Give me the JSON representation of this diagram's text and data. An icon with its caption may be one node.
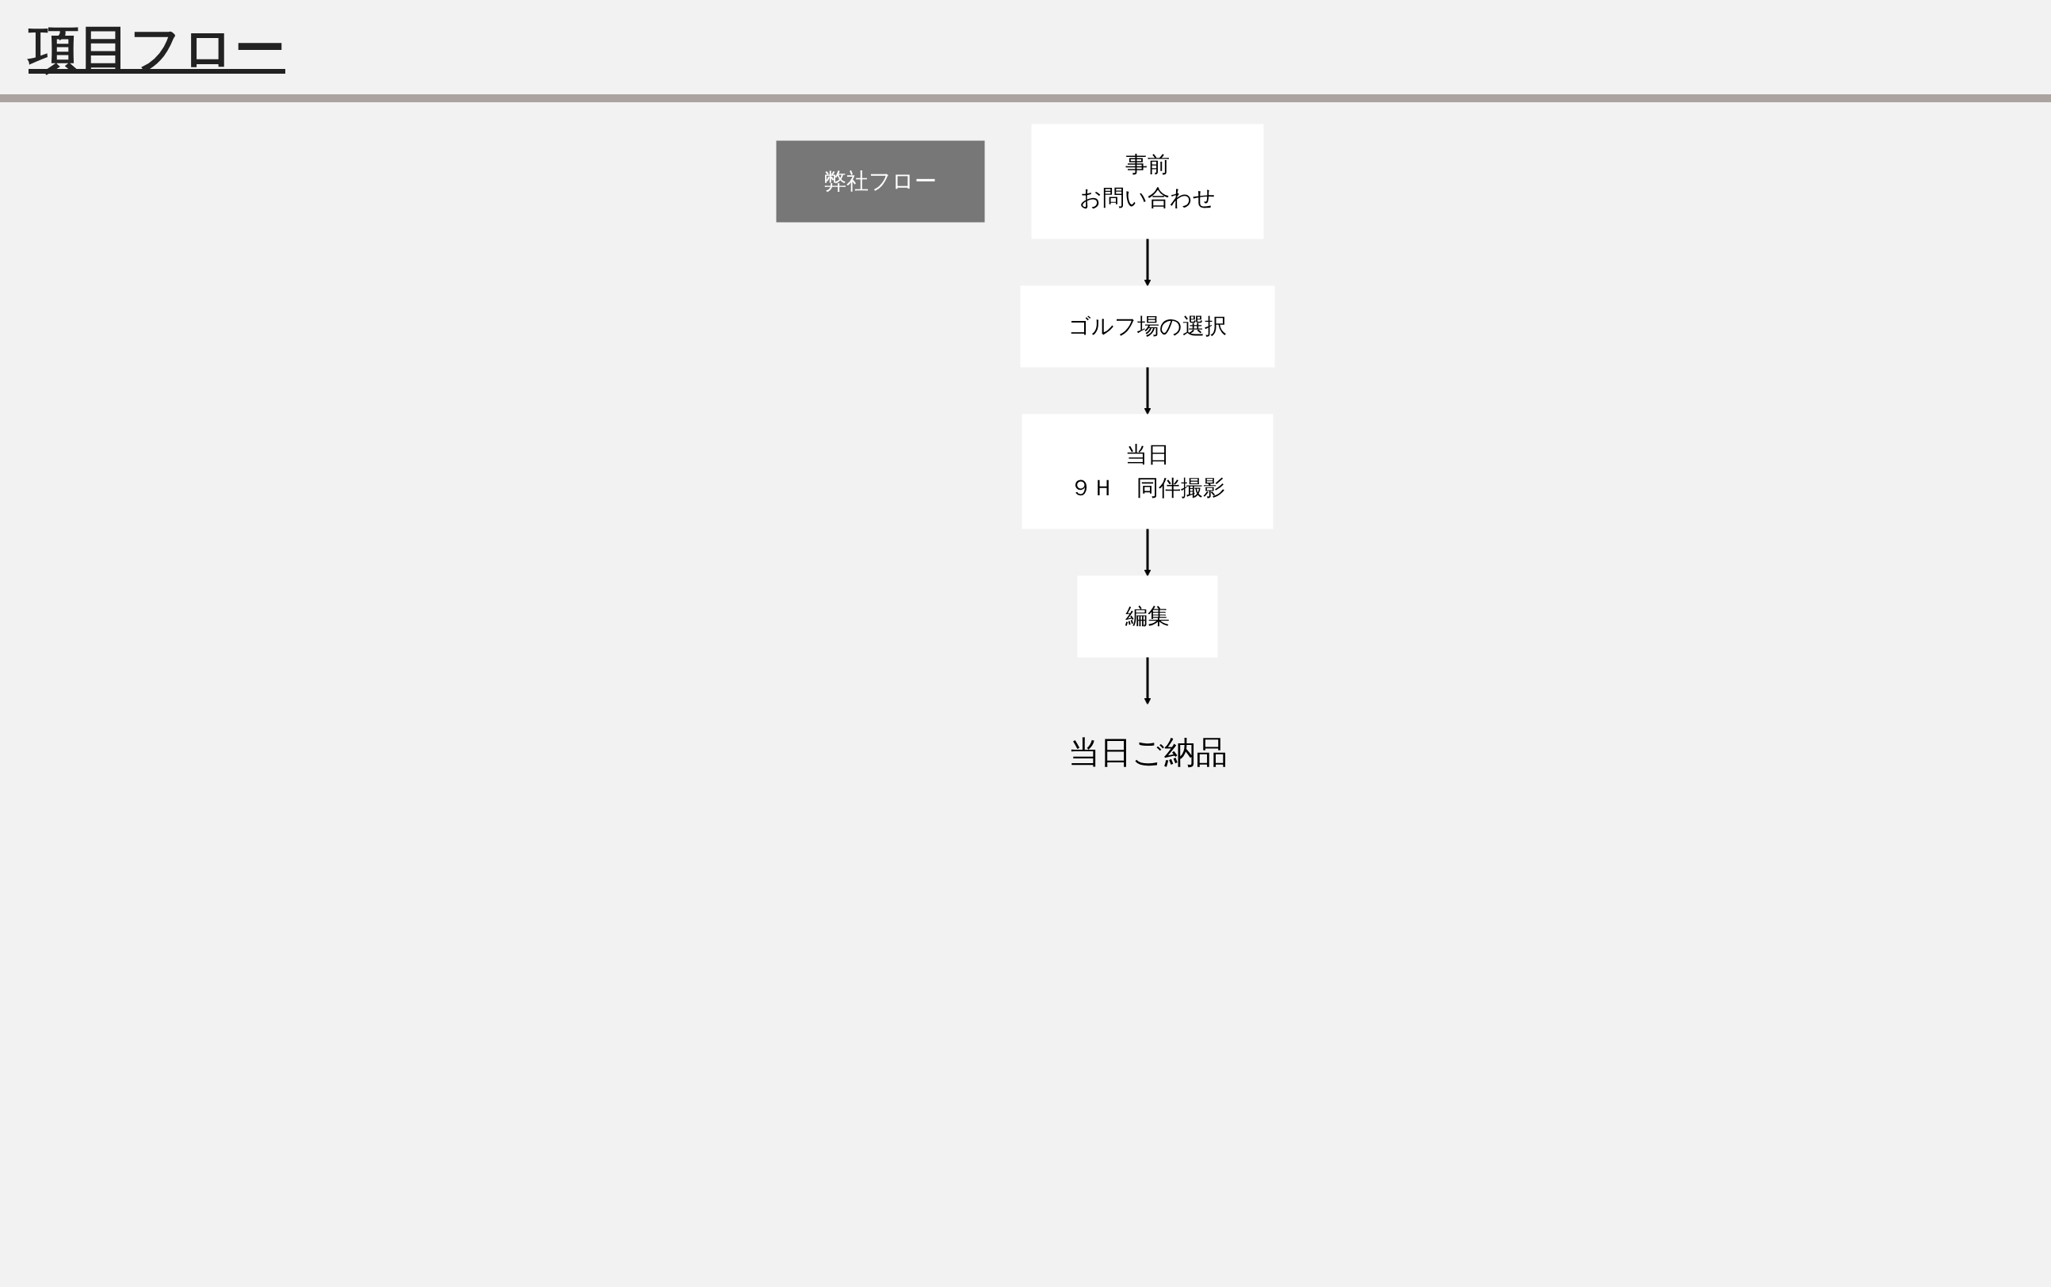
{
  "diagram": {
    "title": "項目フロー",
    "nodes": [
      {
        "text": [
          "弊社フロー"
        ]
      },
      {
        "text": [
          "事前",
          "お問い合わせ"
        ]
      },
      {
        "text": [
          "ゴルフ場の選択"
        ]
      },
      {
        "text": [
          "当日",
          "９Ｈ　同伴撮影"
        ]
      },
      {
        "text": [
          "編集"
        ]
      },
      {
        "text": [
          "当日ご納品"
        ]
      }
    ],
    "edges": [
      {
        "from": 1,
        "to": 2,
        "arrow": "to"
      },
      {
        "from": 2,
        "to": 3,
        "arrow": "to"
      },
      {
        "from": 3,
        "to": 4,
        "arrow": "to"
      },
      {
        "from": 4,
        "to": 5,
        "arrow": "to"
      }
    ]
  }
}
